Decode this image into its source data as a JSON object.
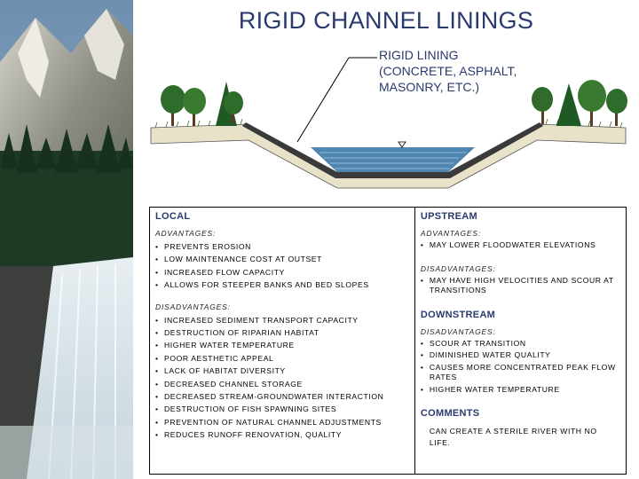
{
  "title": "RIGID CHANNEL LININGS",
  "lining_label": "RIGID LINING\n(CONCRETE, ASPHALT,\nMASONRY, ETC.)",
  "colors": {
    "title": "#2a3a6e",
    "water": "#4f86b0",
    "lining": "#3a3a3a",
    "tree": "#2f6b2a"
  },
  "local": {
    "heading": "LOCAL",
    "advantages_heading": "ADVANTAGES:",
    "advantages": [
      "PREVENTS EROSION",
      "LOW MAINTENANCE COST AT OUTSET",
      "INCREASED FLOW CAPACITY",
      "ALLOWS FOR STEEPER BANKS AND BED SLOPES"
    ],
    "disadvantages_heading": "DISADVANTAGES:",
    "disadvantages": [
      "INCREASED SEDIMENT TRANSPORT CAPACITY",
      "DESTRUCTION OF RIPARIAN HABITAT",
      "HIGHER WATER TEMPERATURE",
      "POOR AESTHETIC APPEAL",
      "LACK OF HABITAT DIVERSITY",
      "DECREASED CHANNEL STORAGE",
      "DECREASED STREAM-GROUNDWATER INTERACTION",
      "DESTRUCTION OF FISH SPAWNING SITES",
      "PREVENTION OF NATURAL CHANNEL ADJUSTMENTS",
      "REDUCES RUNOFF RENOVATION, QUALITY"
    ]
  },
  "upstream": {
    "heading": "UPSTREAM",
    "advantages_heading": "ADVANTAGES:",
    "advantages": [
      "MAY LOWER FLOODWATER ELEVATIONS"
    ],
    "disadvantages_heading": "DISADVANTAGES:",
    "disadvantages": [
      "MAY HAVE HIGH VELOCITIES AND SCOUR AT TRANSITIONS"
    ]
  },
  "downstream": {
    "heading": "DOWNSTREAM",
    "disadvantages_heading": "DISADVANTAGES:",
    "disadvantages": [
      "SCOUR AT TRANSITION",
      "DIMINISHED WATER QUALITY",
      "CAUSES MORE CONCENTRATED PEAK FLOW RATES",
      "HIGHER WATER TEMPERATURE"
    ]
  },
  "comments": {
    "heading": "COMMENTS",
    "text": "CAN CREATE A STERILE RIVER WITH NO LIFE."
  }
}
